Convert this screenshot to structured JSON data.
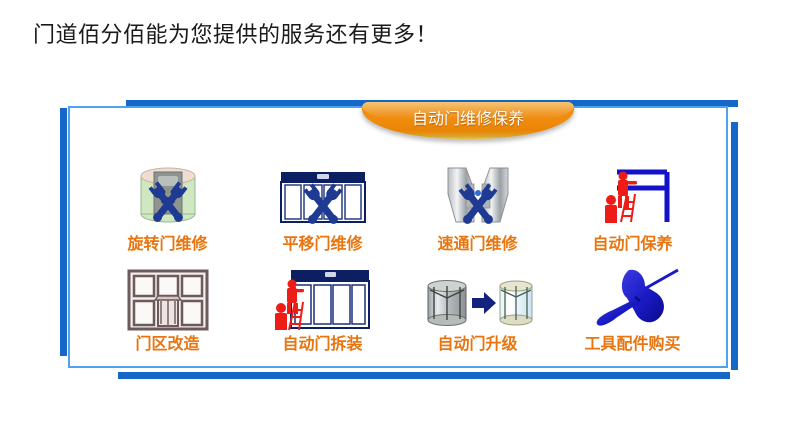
{
  "page": {
    "title": "门道佰分佰能为您提供的服务还有更多！",
    "banner_label": "自动门维修保养",
    "colors": {
      "accent_blue": "#1567c8",
      "frame_blue": "#4da3f0",
      "banner_orange": "#ee8f12",
      "label_orange": "#e8750f",
      "tool_blue": "#1f3a93",
      "worker_red": "#ee1c16"
    }
  },
  "services": {
    "row1": [
      {
        "label": "旋转门维修",
        "icon": "revolving-door-wrench-icon"
      },
      {
        "label": "平移门维修",
        "icon": "sliding-door-wrench-icon"
      },
      {
        "label": "速通门维修",
        "icon": "speed-gate-wrench-icon"
      },
      {
        "label": "自动门保养",
        "icon": "door-frame-worker-icon"
      }
    ],
    "row2": [
      {
        "label": "门区改造",
        "icon": "door-facade-icon"
      },
      {
        "label": "自动门拆装",
        "icon": "sliding-door-worker-icon"
      },
      {
        "label": "自动门升级",
        "icon": "revolving-door-upgrade-arrow-icon"
      },
      {
        "label": "工具配件购买",
        "icon": "tools-icon"
      }
    ]
  }
}
